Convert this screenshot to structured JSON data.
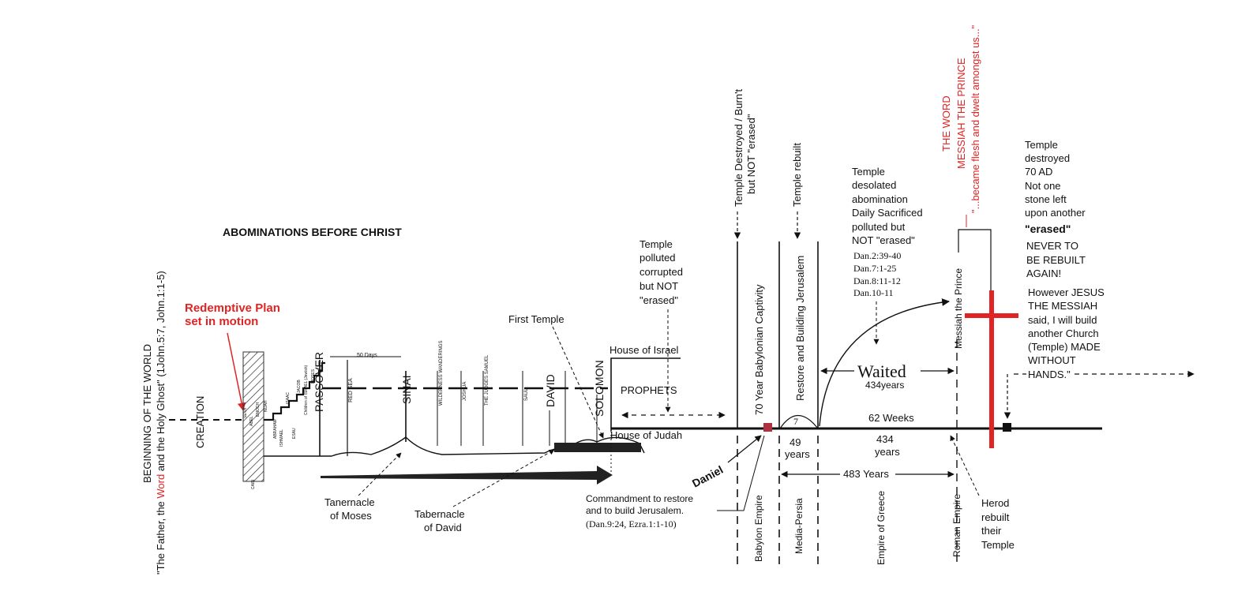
{
  "title": "ABOMINATIONS BEFORE CHRIST",
  "left_axis": {
    "beginning": "BEGINNING OF THE WORLD",
    "father_pre": "\"The Father, the ",
    "father_word": "Word",
    "father_post": " and the Holy Ghost\" (1John.5:7, John.1:1-5)",
    "creation": "CREATION"
  },
  "redemptive": {
    "line1": "Redemptive Plan",
    "line2": "set in motion"
  },
  "ot_strip": {
    "days": "50 Days",
    "passover": "PASSOVER",
    "red_sea": "RED SEA",
    "sinai": "SINAI",
    "wilderness": "WILDERNESS WANDERINGS",
    "joshua": "JOSHUA",
    "judges": "THE JUDGES SAMUEL",
    "saul": "SAUL",
    "david": "DAVID",
    "solomon": "SOLOMON",
    "small": [
      "CAIN",
      "ABEL",
      "SETH",
      "ENOCH",
      "NOAH",
      "ABRAHAM",
      "ISHMAEL",
      "ISAAC",
      "ESAU",
      "JACOB",
      "Children of ISRAEL (Jewish)",
      "MOSES"
    ]
  },
  "labels": {
    "first_temple": "First Temple",
    "tabernacle_moses_1": "Tanernacle",
    "tabernacle_moses_2": "of Moses",
    "tabernacle_david_1": "Tabernacle",
    "tabernacle_david_2": "of David",
    "house_israel": "House of Israel",
    "prophets": "PROPHETS",
    "house_judah": "House of Judah",
    "daniel": "Daniel",
    "commandment_1": "Commandment to restore",
    "commandment_2": "and to build Jerusalem.",
    "commandment_3": "(Dan.9:24, Ezra.1:1-10)"
  },
  "polluted": [
    "Temple",
    "polluted",
    "corrupted",
    "but NOT",
    "\"erased\""
  ],
  "temple_destroyed": {
    "line1": "Temple Destroyed / Burn't",
    "line2": "but NOT \"erased\""
  },
  "temple_rebuilt": "Temple rebuilt",
  "captivity": "70 Year Babylonian Captivity",
  "restore": "Restore and Building Jerusalem",
  "seven": "7",
  "forty_nine": "49",
  "years": "years",
  "desolated": [
    "Temple",
    "desolated",
    "abomination",
    "Daily Sacrificed",
    "polluted but",
    "NOT \"erased\""
  ],
  "dan_refs": [
    "Dan.2:39-40",
    "Dan.7:1-25",
    "Dan.8:11-12",
    "Dan.10-11"
  ],
  "waited": "Waited",
  "waited_years": "434years",
  "weeks": "62 Weeks",
  "y434_num": "434",
  "y434_label": "years",
  "y483": "483 Years",
  "empires": {
    "babylon": "Babylon Empire",
    "media": "Media-Persia",
    "greece": "Empire of Greece",
    "roman": "Roman Empire"
  },
  "messiah": "Messiah the Prince",
  "word_block": {
    "line1": "THE WORD",
    "line2": "MESSIAH THE PRINCE",
    "line3": "\"...became flesh and dwelt amongst us...\""
  },
  "destroyed_70": [
    "Temple",
    "destroyed",
    "70 AD",
    "Not one",
    "stone left",
    "upon another"
  ],
  "erased": "\"erased\"",
  "never": [
    "NEVER TO",
    "BE REBUILT",
    "AGAIN!"
  ],
  "however": [
    "However JESUS",
    "THE MESSIAH",
    "said, I will build",
    "another Church",
    "(Temple) MADE",
    "WITHOUT",
    "HANDS.\""
  ],
  "herod": [
    "Herod",
    "rebuilt",
    "their",
    "Temple"
  ],
  "colors": {
    "red": "#e02424",
    "maroon": "#b03040",
    "ink": "#111111"
  }
}
